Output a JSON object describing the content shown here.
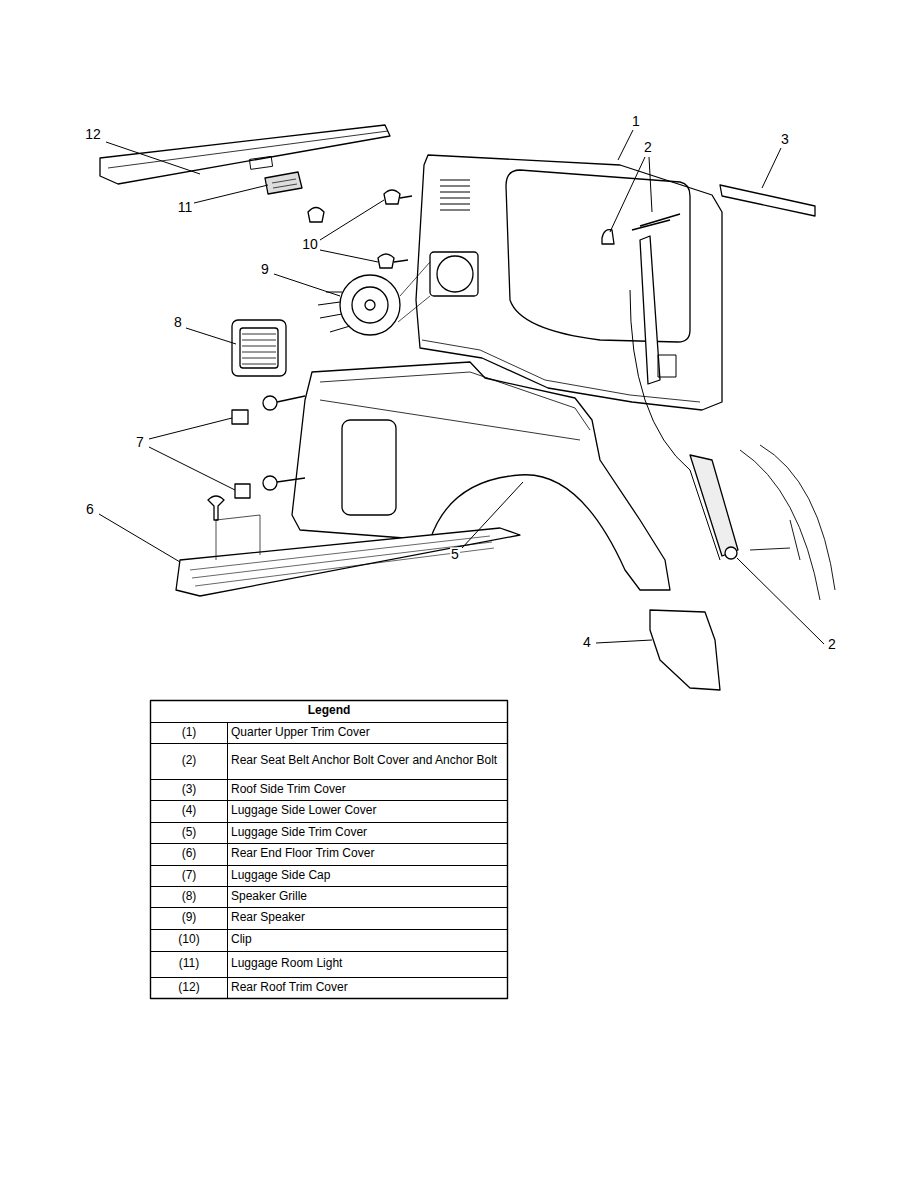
{
  "diagram": {
    "labels": [
      "12",
      "1",
      "2",
      "3",
      "11",
      "10",
      "9",
      "8",
      "7",
      "6",
      "5",
      "2",
      "4",
      "Legend",
      "(1)",
      "Quarter Upper Trim Cover",
      "(2)",
      "Rear Seat Belt Anchor Bolt Cover and Anchor Bolt",
      "(3)",
      "Roof Side Trim Cover",
      "(4)",
      "Luggage Side Lower Cover",
      "(5)",
      "Luggage Side Trim Cover",
      "(6)",
      "Rear End Floor Trim Cover",
      "(7)",
      "Luggage Side Cap",
      "(8)",
      "Speaker Grille",
      "(9)",
      "Rear Speaker",
      "(10)",
      "Clip",
      "(11)",
      "Luggage Room Light",
      "(12)",
      "Rear Roof Trim Cover"
    ]
  }
}
